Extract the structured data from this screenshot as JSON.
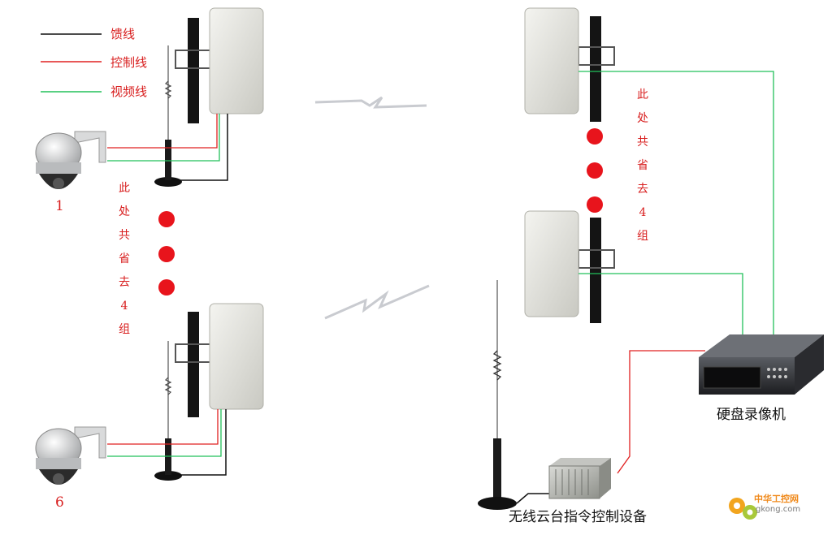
{
  "legend": {
    "feeder": {
      "label": "馈线",
      "color": "#111111"
    },
    "control": {
      "label": "控制线",
      "color": "#e02020"
    },
    "video": {
      "label": "视频线",
      "color": "#22c05a"
    }
  },
  "left_note": [
    "此",
    "处",
    "共",
    "省",
    "去",
    "4",
    "组"
  ],
  "right_note": [
    "此",
    "处",
    "共",
    "省",
    "去",
    "4",
    "组"
  ],
  "cameras": {
    "first": "1",
    "last": "6"
  },
  "dvr_label": "硬盘录像机",
  "controller_label": "无线云台指令控制设备",
  "watermark": {
    "brand": "中华工控网",
    "url": "gkong.com"
  },
  "colors": {
    "dot": "#e8141c",
    "red_line": "#e02020",
    "green_line": "#22c05a",
    "black_line": "#111111"
  }
}
